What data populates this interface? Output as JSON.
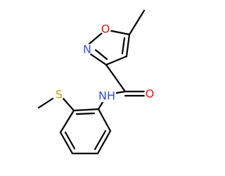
{
  "molecule": {
    "atoms": {
      "ring_o": {
        "label": "O",
        "color": "#ff0d0d"
      },
      "ring_n": {
        "label": "N",
        "color": "#3050f8"
      },
      "carbonyl_o": {
        "label": "O",
        "color": "#ff0d0d"
      },
      "amide_nh": {
        "label": "NH",
        "color": "#3050f8"
      },
      "sulfur": {
        "label": "S",
        "color": "#b8a000"
      }
    },
    "bond_color": "#000000",
    "background": "#ffffff"
  }
}
